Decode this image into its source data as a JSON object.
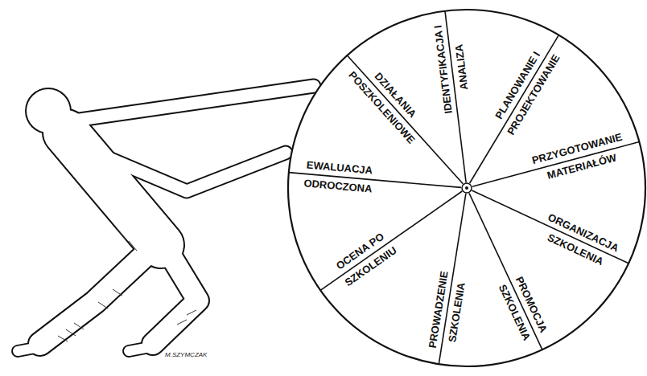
{
  "diagram": {
    "nodes": [
      {
        "text": [
          "DZIAŁANIA POSZKOLENIOWE",
          "IDENTYFIKACJA I ANALIZA",
          "PLANOWANIE I PROJEKTOWANIE",
          "PRZYGOTOWANIE MATERIAŁÓW",
          "ORGANIZACJA SZKOLENIA",
          "PROMOCJA SZKOLENIA",
          "PROWADZENIE SZKOLENIA",
          "OCENA PO SZKOLENIU",
          "EWALUACJA ODROCZONA"
        ]
      }
    ],
    "labels": [
      "M.SZYMCZAK"
    ]
  }
}
